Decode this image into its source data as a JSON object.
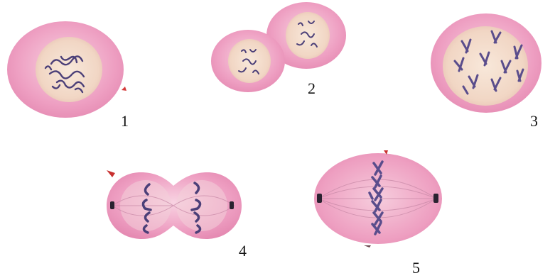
{
  "figure": {
    "stages": [
      {
        "label": "1"
      },
      {
        "label": "2"
      },
      {
        "label": "3"
      },
      {
        "label": "4"
      },
      {
        "label": "5"
      }
    ]
  },
  "colors": {
    "cytoplasm": "#ea9cc0",
    "cytoplasm_light": "#f4c6da",
    "nucleus": "#f3dcc8",
    "chromosome": "#4b3f78",
    "centriole": "#2a2230",
    "label": "#111111"
  }
}
